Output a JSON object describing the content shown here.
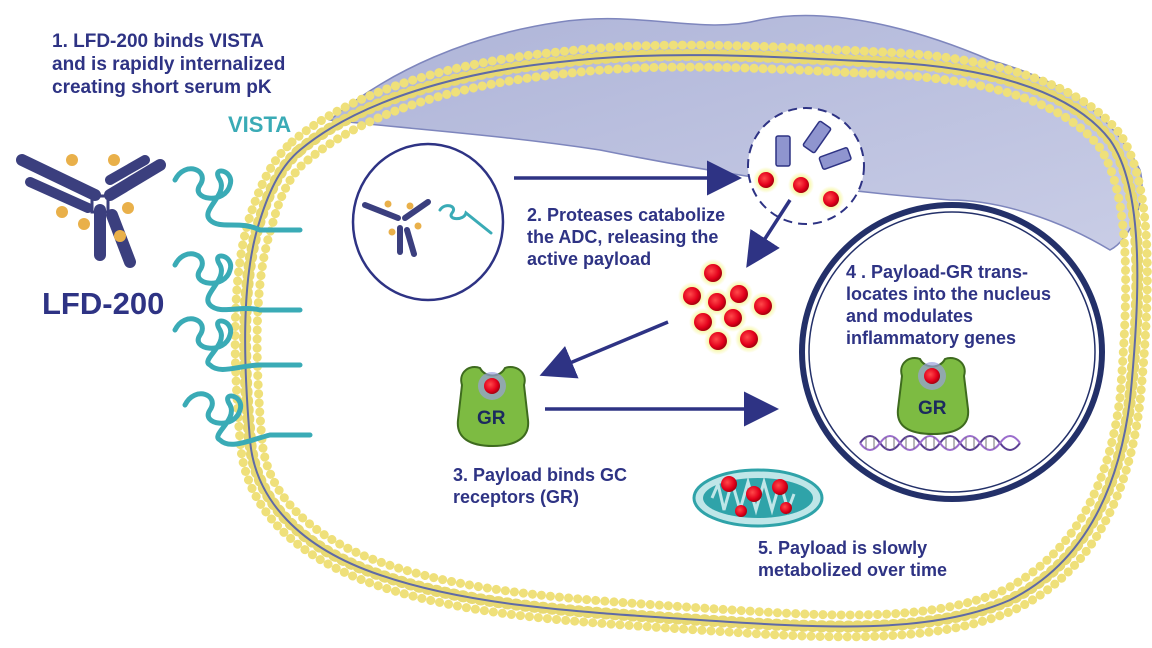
{
  "labels": {
    "step1": [
      "1. LFD-200 binds VISTA",
      "and is rapidly internalized",
      "creating short serum pK"
    ],
    "vista": "VISTA",
    "lfd200": "LFD-200",
    "step2": [
      "2. Proteases catabolize",
      "the ADC, releasing the",
      "active payload"
    ],
    "step3": [
      "3. Payload binds GC",
      "receptors (GR)"
    ],
    "step4": [
      "4 . Payload-GR trans-",
      "locates into the nucleus",
      "and modulates",
      "inflammatory genes"
    ],
    "step5": [
      "5. Payload is slowly",
      "metabolized over time"
    ],
    "gr_cytoplasm": "GR",
    "gr_nucleus": "GR"
  },
  "colors": {
    "text": "#2e3384",
    "vista": "#3aabb6",
    "cytoplasm": "#c9cde6",
    "membrane_bead": "#f2e27a",
    "membrane_line": "#5f6aa6",
    "antibody": "#3b3f7e",
    "payload": "#e3001b",
    "receptor": "#7dbb42",
    "nucleus_ring": "#233069",
    "mitochondrion": "#2fa3a9"
  }
}
